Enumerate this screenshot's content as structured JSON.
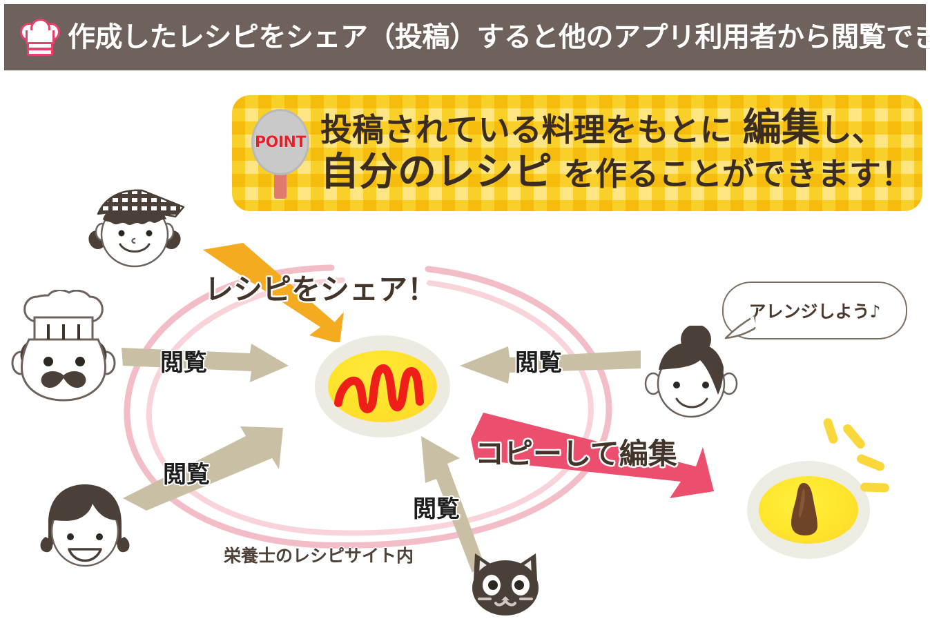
{
  "header": {
    "icon": "chef-hat-icon",
    "title": "作成したレシピをシェア（投稿）すると他のアプリ利用者から閲覧できる！",
    "bg_color": "#6f625d",
    "icon_color": "#e8406a",
    "text_color": "#ffffff"
  },
  "point_box": {
    "badge_icon": "magnifying-glass-icon",
    "badge_label": "POINT",
    "badge_text_color": "#e5202a",
    "line1_a": "投稿されている料理をもとに ",
    "line1_b": "編集",
    "line1_c": "し、",
    "line2_a": "自分のレシピ",
    "line2_b": " を作ることができます！",
    "pattern_color": "#fad828",
    "text_color": "#3b2c22"
  },
  "diagram": {
    "ring_color": "#f5c3cd",
    "site_label": "栄養士のレシピサイト内",
    "arrows": [
      {
        "name": "share-arrow",
        "label": "レシピをシェア！",
        "color": "#f5ab1f",
        "from": "girl-bandana",
        "to": "center-dish"
      },
      {
        "name": "copy-arrow",
        "label": "コピーして編集",
        "color": "#ec4f6e",
        "from": "center-dish",
        "to": "right-dish"
      },
      {
        "name": "view-arrow-left-top",
        "label": "閲覧",
        "color": "#c9bfa4",
        "from": "chef",
        "to": "center-dish"
      },
      {
        "name": "view-arrow-left-bottom",
        "label": "閲覧",
        "color": "#c9bfa4",
        "from": "girl-bob",
        "to": "center-dish"
      },
      {
        "name": "view-arrow-right-top",
        "label": "閲覧",
        "color": "#c9bfa4",
        "from": "woman-bun",
        "to": "center-dish"
      },
      {
        "name": "view-arrow-bottom",
        "label": "閲覧",
        "color": "#c9bfa4",
        "from": "cat",
        "to": "center-dish"
      }
    ],
    "speech_bubble": {
      "text": "アレンジしよう♪",
      "speaker": "woman-bun",
      "border_color": "#7b6f63"
    },
    "characters": [
      {
        "name": "chef",
        "desc": "chef-with-hat-and-moustache-face-icon"
      },
      {
        "name": "girl-bandana",
        "desc": "girl-with-checkered-bandana-face-icon"
      },
      {
        "name": "girl-bob",
        "desc": "girl-with-bob-hair-face-icon"
      },
      {
        "name": "woman-bun",
        "desc": "woman-with-hair-bun-face-icon"
      },
      {
        "name": "cat",
        "desc": "black-cat-face-icon"
      }
    ],
    "dishes": [
      {
        "name": "center-dish",
        "desc": "omurice-with-ketchup-zigzag",
        "plate_color": "#eceae1",
        "food_color": "#ffe32a",
        "sauce_color": "#f01e18"
      },
      {
        "name": "right-dish",
        "desc": "yellow-dish-with-brown-sauce",
        "plate_color": "#edece3",
        "food_color": "#ffe62c",
        "sauce_color": "#6e4328"
      }
    ],
    "sparkle_color": "#fad83c"
  }
}
